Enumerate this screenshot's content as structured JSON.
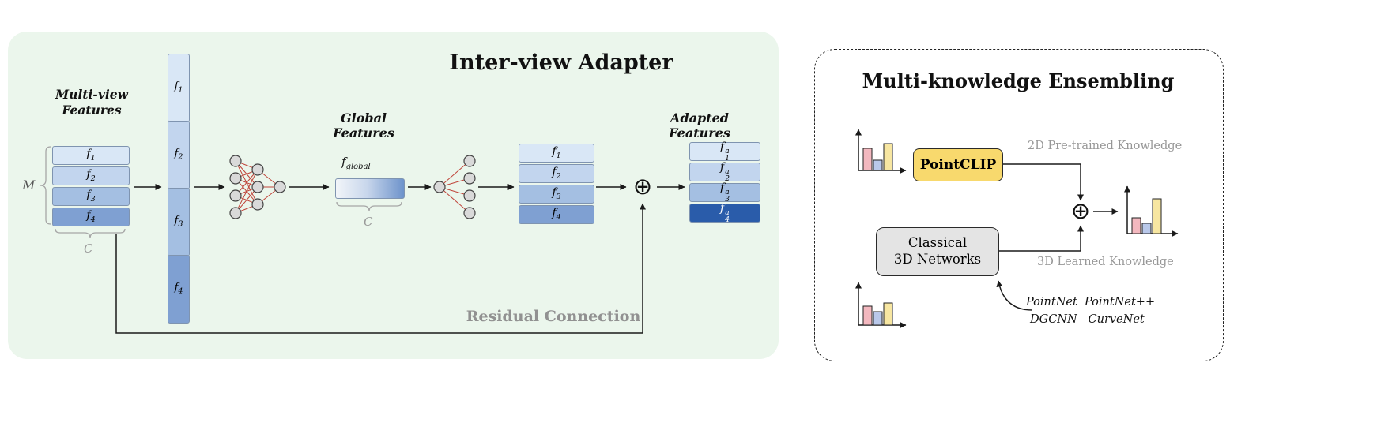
{
  "colors": {
    "panel_bg": "#ebf6ec",
    "bar_blues": [
      "#d9e7f6",
      "#c2d5ee",
      "#a4bfe2",
      "#7fa0d2"
    ],
    "adapted_dark": "#2a5caa",
    "fglobal_gradient": [
      "#f2f5f9",
      "#6d93cb"
    ],
    "pointclip_yellow": "#f8d96d",
    "classical_gray": "#e4e4e4",
    "hist_pink": "#f3b8bf",
    "hist_blue": "#b9c8ea",
    "hist_yellow": "#f7e6a1",
    "nn_edge_red": "#c0443a",
    "nn_node_gray": "#d9d9d9",
    "muted_text": "#979797"
  },
  "icons": {
    "plus_circle": "circled-plus",
    "histogram": "bar-chart",
    "mlp": "neural-network"
  },
  "left": {
    "title": "Inter-view Adapter",
    "multiview1": "Multi-view",
    "multiview2": "Features",
    "m": "M",
    "c1": "C",
    "c2": "C",
    "global_label": "Global Features",
    "fglobal_base": "f",
    "fglobal_sub": "global",
    "adapted_label": "Adapted Features",
    "residual": "Residual Connection",
    "oplus": "⊕",
    "stack_multiview": [
      {
        "base": "f",
        "sub": "1"
      },
      {
        "base": "f",
        "sub": "2"
      },
      {
        "base": "f",
        "sub": "3"
      },
      {
        "base": "f",
        "sub": "4"
      }
    ],
    "stack_concat": [
      {
        "base": "f",
        "sub": "1"
      },
      {
        "base": "f",
        "sub": "2"
      },
      {
        "base": "f",
        "sub": "3"
      },
      {
        "base": "f",
        "sub": "4"
      }
    ],
    "stack_post": [
      {
        "base": "f",
        "sub": "1"
      },
      {
        "base": "f",
        "sub": "2"
      },
      {
        "base": "f",
        "sub": "3"
      },
      {
        "base": "f",
        "sub": "4"
      }
    ],
    "stack_adapted": [
      {
        "base": "f",
        "sub": "1",
        "sup": "a"
      },
      {
        "base": "f",
        "sub": "2",
        "sup": "a"
      },
      {
        "base": "f",
        "sub": "3",
        "sup": "a"
      },
      {
        "base": "f",
        "sub": "4",
        "sup": "a"
      }
    ]
  },
  "right": {
    "title": "Multi-knowledge Ensembling",
    "pointclip": "PointCLIP",
    "classical1": "Classical",
    "classical2": "3D Networks",
    "k2d": "2D Pre-trained Knowledge",
    "k3d": "3D Learned Knowledge",
    "nets1": "PointNet  PointNet++",
    "nets2": "DGCNN   CurveNet",
    "oplus": "⊕"
  }
}
